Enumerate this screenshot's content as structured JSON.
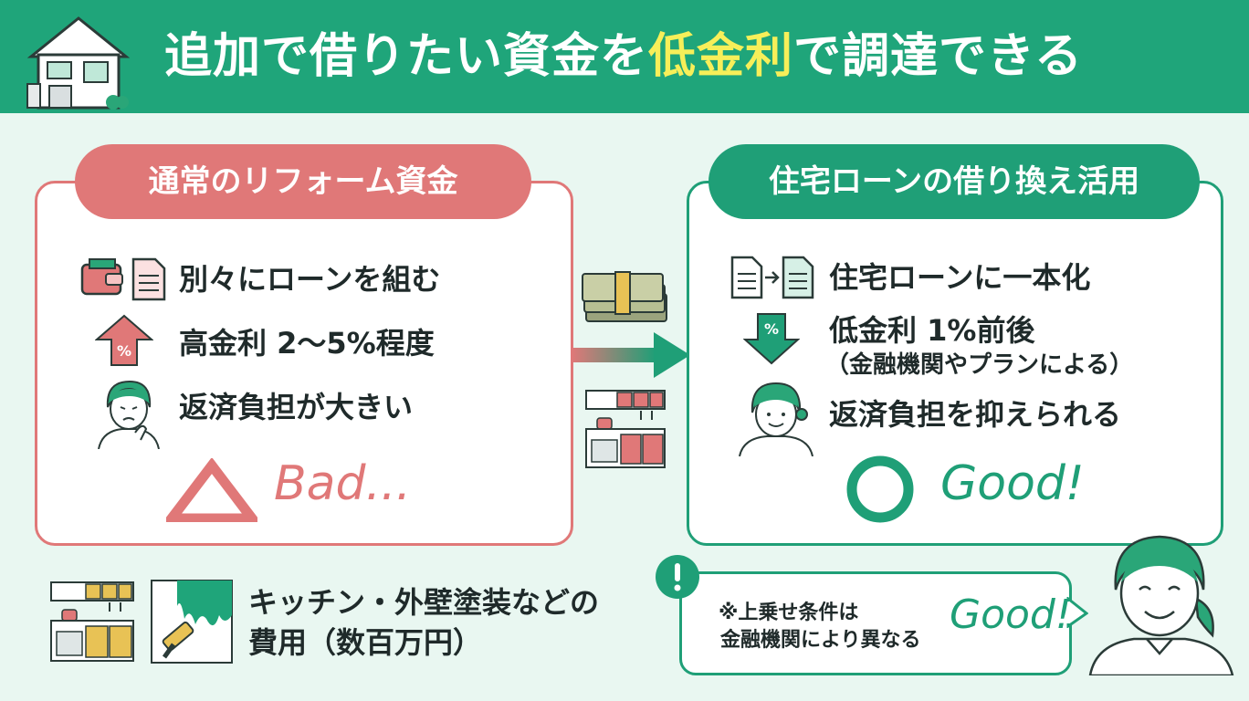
{
  "header": {
    "title_pre": "追加で借りたい資金を",
    "title_highlight": "低金利",
    "title_post": "で調達できる",
    "icons": [
      "house-icon"
    ]
  },
  "left_card": {
    "heading": "通常のリフォーム資金",
    "rows": [
      {
        "icon": "wallet-document-icon",
        "text": "別々にローンを組む"
      },
      {
        "icon": "percent-up-arrow-icon",
        "text": "高金利 2〜5%程度"
      },
      {
        "icon": "worried-person-icon",
        "text": "返済負担が大きい"
      }
    ],
    "verdict_symbol": "triangle-icon",
    "verdict_word": "Bad..."
  },
  "right_card": {
    "heading": "住宅ローンの借り換え活用",
    "rows": [
      {
        "icon": "documents-merge-icon",
        "text": "住宅ローンに一本化"
      },
      {
        "icon": "percent-down-arrow-icon",
        "text": "低金利 1%前後",
        "sub": "（金融機関やプランによる）"
      },
      {
        "icon": "smiling-person-icon",
        "text": "返済負担を抑えられる"
      }
    ],
    "verdict_symbol": "circle-icon",
    "verdict_word": "Good!"
  },
  "bottom_left": {
    "icons": [
      "kitchen-icon",
      "paint-roller-icon"
    ],
    "line1": "キッチン・外壁塗装などの",
    "line2": "費用（数百万円）"
  },
  "note": {
    "icon": "exclamation-icon",
    "line1": "※上乗せ条件は",
    "line2": "金融機関により異なる",
    "good_word": "Good!"
  },
  "colors": {
    "green": "#1f9f77",
    "header_green": "#1fa57a",
    "red": "#e07878",
    "highlight_yellow": "#f7ef59",
    "background": "#e9f7f1"
  }
}
